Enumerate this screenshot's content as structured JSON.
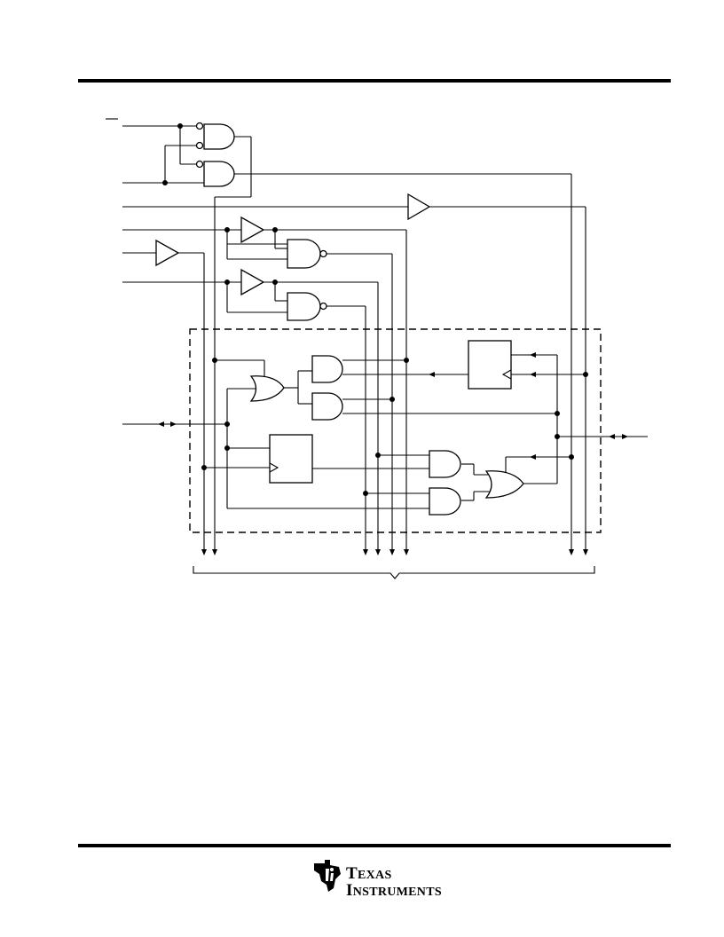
{
  "logo": {
    "brand_line1": "Texas",
    "brand_line2": "Instruments",
    "icon": "ti-state-logo-icon"
  },
  "diagram": {
    "kind": "logic-schematic",
    "elements": [
      "and-gate",
      "nand-gate",
      "or-gate",
      "buffer",
      "flip-flop",
      "dashed-macrocell-boundary",
      "bidirectional-pin"
    ]
  }
}
